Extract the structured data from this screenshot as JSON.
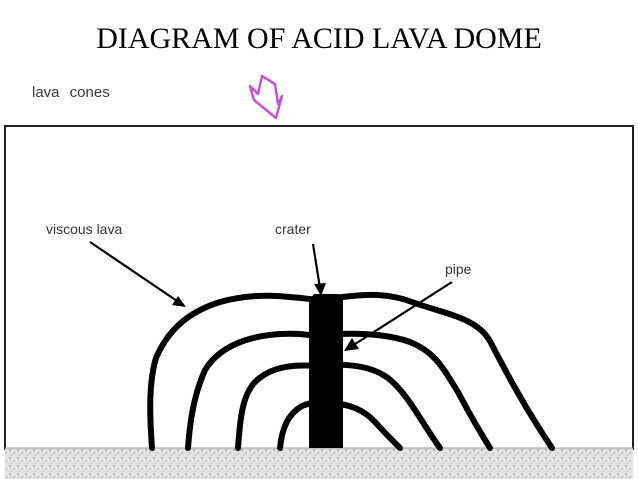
{
  "title": "DIAGRAM OF ACID LAVA DOME",
  "subtitle": "lava cones",
  "labels": {
    "viscous_lava": "viscous lava",
    "crater": "crater",
    "pipe": "pipe"
  },
  "colors": {
    "pointer_arrow": "#c84fd8",
    "ink": "#000000",
    "ground_texture": "#d6d6d6"
  },
  "icons": {
    "pointer": "hollow-down-arrow-icon"
  }
}
